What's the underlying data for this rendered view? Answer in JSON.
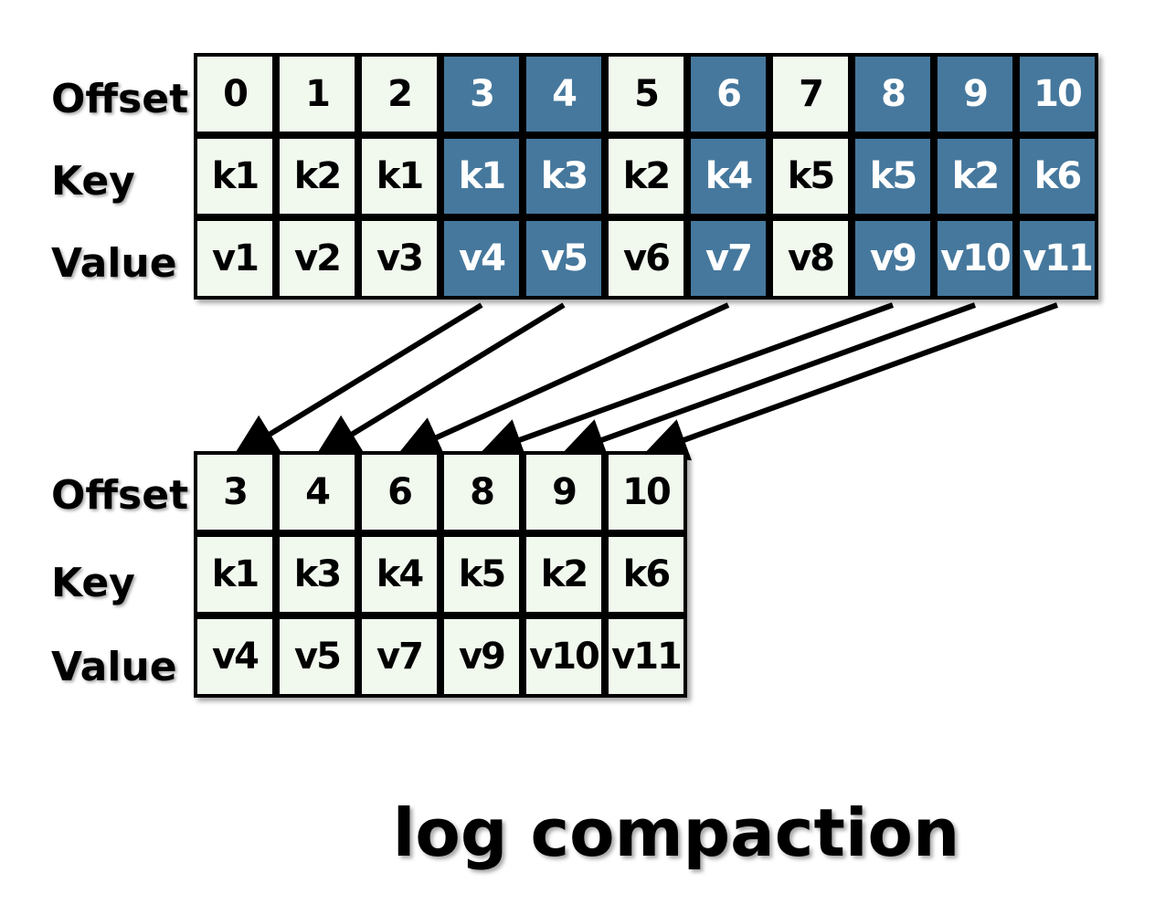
{
  "before": {
    "labels": {
      "offset": "Offset",
      "key": "Key",
      "value": "Value"
    },
    "offsets": [
      "0",
      "1",
      "2",
      "3",
      "4",
      "5",
      "6",
      "7",
      "8",
      "9",
      "10"
    ],
    "keys": [
      "k1",
      "k2",
      "k1",
      "k1",
      "k3",
      "k2",
      "k4",
      "k5",
      "k5",
      "k2",
      "k6"
    ],
    "values": [
      "v1",
      "v2",
      "v3",
      "v4",
      "v5",
      "v6",
      "v7",
      "v8",
      "v9",
      "v10",
      "v11"
    ],
    "kept": [
      false,
      false,
      false,
      true,
      true,
      false,
      true,
      false,
      true,
      true,
      true
    ]
  },
  "after": {
    "labels": {
      "offset": "Offset",
      "key": "Key",
      "value": "Value"
    },
    "offsets": [
      "3",
      "4",
      "6",
      "8",
      "9",
      "10"
    ],
    "keys": [
      "k1",
      "k3",
      "k4",
      "k5",
      "k2",
      "k6"
    ],
    "values": [
      "v4",
      "v5",
      "v7",
      "v9",
      "v10",
      "v11"
    ]
  },
  "caption": "log compaction",
  "colors": {
    "kept_fill": "#46789d",
    "cell_fill": "#f1f8ee",
    "line": "#000000"
  }
}
